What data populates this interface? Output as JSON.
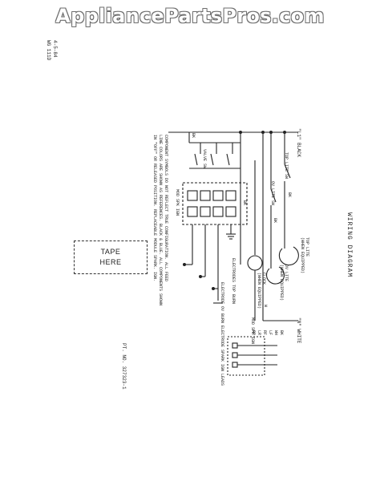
{
  "watermark": "AppliancePartsPros.com",
  "title": "WIRING DIAGRAM",
  "date_code": "4-5-84",
  "doc_code": "WG 111D",
  "part_no": "PT. NO. 327323-1",
  "tape": {
    "line1": "TAPE",
    "line2": "HERE"
  },
  "note": {
    "line1": "COMPONENT SYMBOLS DO NOT REFLECT TRUE CONFIGURATION. ALL FEED",
    "line2": "LINE COLORS ARE SHOWN AS REFERENCES. BLACK & BLUE. ALL COMPONENTS SHOWN",
    "line3": "IN \"OFF\" OR RELEASED POSITION. REPLACEABLE MODULE SPARK. IGN."
  },
  "labels": {
    "l1_black": "\"L1\" BLACK",
    "n_white": "\"N\" WHITE",
    "top_lite_sw": "TOP LITE SW",
    "ov_lite_sw": "OV LITE SW",
    "top_lite": "TOP LITE",
    "when_equipped_1": "(WHEN EQUIPPED)",
    "ov_lite": "OV LITE",
    "when_equipped_2": "(WHEN EQUIPPED)",
    "clock": "CLOCK",
    "when_equipped_3": "(WHEN EQUIPPED)",
    "wire_bk_1": "BK",
    "wire_bk_2": "BK",
    "wire_bk_3": "BK",
    "wire_bk_4": "BK",
    "wire_wh": "W",
    "valve_sw": "VALVE SW",
    "mod_spk_ign": "MOD SPK IGN",
    "electrodes_top_burn": "ELECTRODES TOP BURN",
    "electrode_ov_burn": "ELECTRODE OV BURN",
    "electrode_spark_ign_leads": "ELECTRODE SPARK IGN LEADS",
    "mod_spk_ign_2": "MOD SPK IGN",
    "pin_labels": [
      "BK",
      "WH",
      "LF",
      "RF",
      "LR",
      "RR"
    ]
  }
}
